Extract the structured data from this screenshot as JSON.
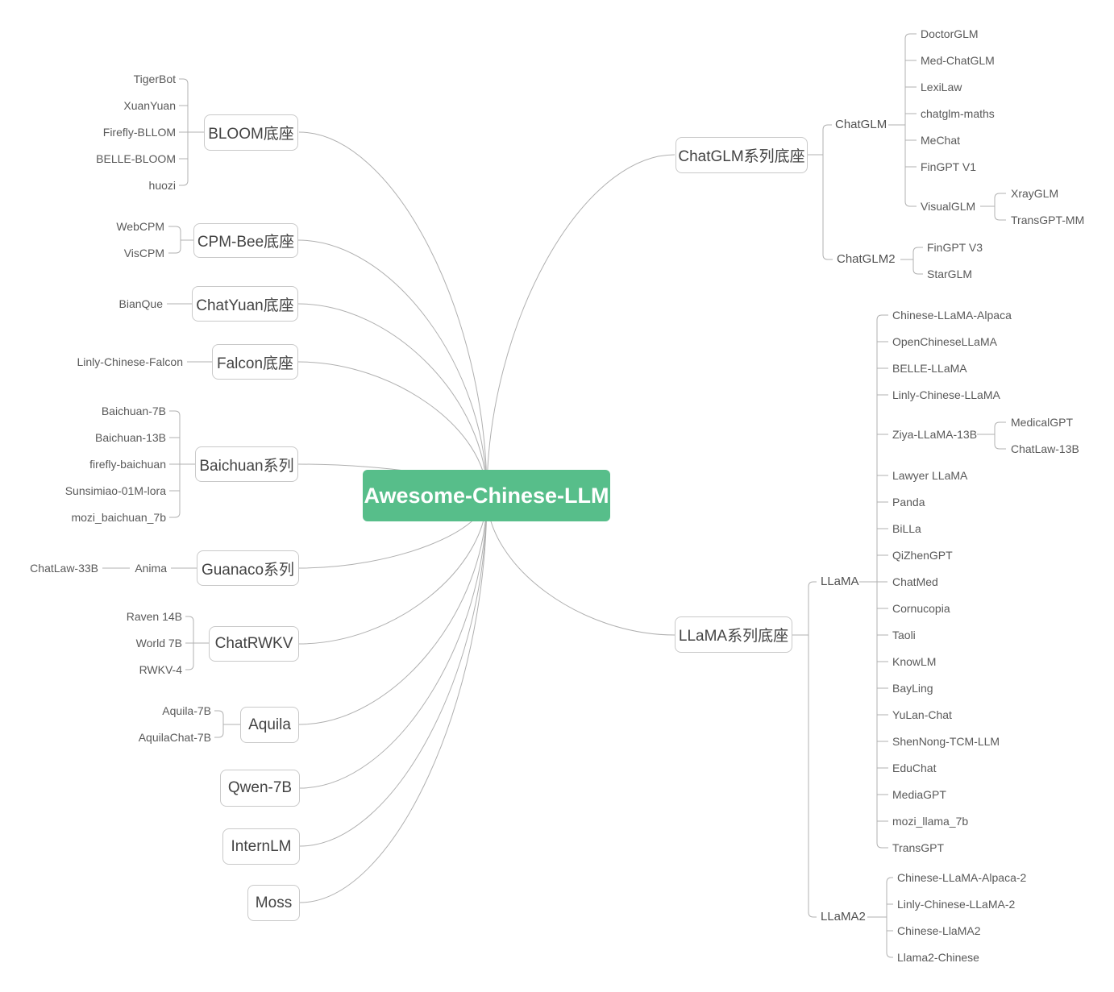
{
  "root": {
    "label": "Awesome-Chinese-LLM"
  },
  "colors": {
    "root_bg": "#57be8a",
    "root_text": "#ffffff",
    "node_border": "#c9c9c9",
    "node_text": "#434343",
    "leaf_text": "#595959",
    "line": "#b0b0b0"
  },
  "left": [
    {
      "label": "BLOOM底座",
      "children": [
        {
          "label": "TigerBot"
        },
        {
          "label": "XuanYuan"
        },
        {
          "label": "Firefly-BLLOM"
        },
        {
          "label": "BELLE-BLOOM"
        },
        {
          "label": "huozi"
        }
      ]
    },
    {
      "label": "CPM-Bee底座",
      "children": [
        {
          "label": "WebCPM"
        },
        {
          "label": "VisCPM"
        }
      ]
    },
    {
      "label": "ChatYuan底座",
      "children": [
        {
          "label": "BianQue"
        }
      ]
    },
    {
      "label": "Falcon底座",
      "children": [
        {
          "label": "Linly-Chinese-Falcon"
        }
      ]
    },
    {
      "label": "Baichuan系列",
      "children": [
        {
          "label": "Baichuan-7B"
        },
        {
          "label": "Baichuan-13B"
        },
        {
          "label": "firefly-baichuan"
        },
        {
          "label": "Sunsimiao-01M-lora"
        },
        {
          "label": "mozi_baichuan_7b"
        }
      ]
    },
    {
      "label": "Guanaco系列",
      "children": [
        {
          "label": "Anima",
          "children": [
            {
              "label": "ChatLaw-33B"
            }
          ]
        }
      ]
    },
    {
      "label": "ChatRWKV",
      "children": [
        {
          "label": "Raven 14B"
        },
        {
          "label": "World 7B"
        },
        {
          "label": "RWKV-4"
        }
      ]
    },
    {
      "label": "Aquila",
      "children": [
        {
          "label": "Aquila-7B"
        },
        {
          "label": "AquilaChat-7B"
        }
      ]
    },
    {
      "label": "Qwen-7B"
    },
    {
      "label": "InternLM"
    },
    {
      "label": "Moss"
    }
  ],
  "right": [
    {
      "label": "ChatGLM系列底座",
      "children": [
        {
          "label": "ChatGLM",
          "children": [
            {
              "label": "DoctorGLM"
            },
            {
              "label": "Med-ChatGLM"
            },
            {
              "label": "LexiLaw"
            },
            {
              "label": "chatglm-maths"
            },
            {
              "label": "MeChat"
            },
            {
              "label": "FinGPT V1"
            },
            {
              "label": "VisualGLM",
              "children": [
                {
                  "label": "XrayGLM"
                },
                {
                  "label": "TransGPT-MM"
                }
              ]
            }
          ]
        },
        {
          "label": "ChatGLM2",
          "children": [
            {
              "label": "FinGPT V3"
            },
            {
              "label": "StarGLM"
            }
          ]
        }
      ]
    },
    {
      "label": "LLaMA系列底座",
      "children": [
        {
          "label": "LLaMA",
          "children": [
            {
              "label": "Chinese-LLaMA-Alpaca"
            },
            {
              "label": "OpenChineseLLaMA"
            },
            {
              "label": "BELLE-LLaMA"
            },
            {
              "label": "Linly-Chinese-LLaMA"
            },
            {
              "label": "Ziya-LLaMA-13B",
              "children": [
                {
                  "label": "MedicalGPT"
                },
                {
                  "label": "ChatLaw-13B"
                }
              ]
            },
            {
              "label": "Lawyer LLaMA"
            },
            {
              "label": "Panda"
            },
            {
              "label": "BiLLa"
            },
            {
              "label": "QiZhenGPT"
            },
            {
              "label": "ChatMed"
            },
            {
              "label": "Cornucopia"
            },
            {
              "label": "Taoli"
            },
            {
              "label": "KnowLM"
            },
            {
              "label": "BayLing"
            },
            {
              "label": "YuLan-Chat"
            },
            {
              "label": "ShenNong-TCM-LLM"
            },
            {
              "label": "EduChat"
            },
            {
              "label": "MediaGPT"
            },
            {
              "label": "mozi_llama_7b"
            },
            {
              "label": "TransGPT"
            }
          ]
        },
        {
          "label": "LLaMA2",
          "children": [
            {
              "label": "Chinese-LLaMA-Alpaca-2"
            },
            {
              "label": "Linly-Chinese-LLaMA-2"
            },
            {
              "label": "Chinese-LlaMA2"
            },
            {
              "label": "Llama2-Chinese"
            }
          ]
        }
      ]
    }
  ]
}
